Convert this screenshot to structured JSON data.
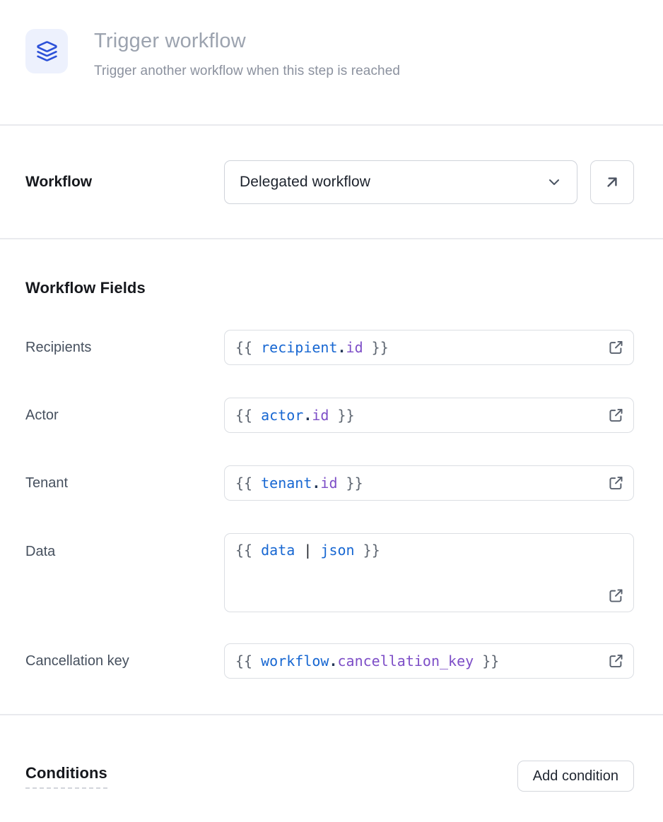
{
  "colors": {
    "accent_blue": "#2b50d8",
    "icon_box_bg": "#edf1fd",
    "muted_title": "#9ca3af",
    "subtitle": "#8b919e",
    "heading": "#16181d",
    "field_label": "#46505e",
    "divider": "#e9eaee",
    "code_brace": "#5e6671",
    "code_var": "#1767d2",
    "code_prop": "#7d4ec7",
    "code_dot": "#253858",
    "code_pipe": "#1b1f27",
    "icon_gray": "#59616e"
  },
  "header": {
    "icon": "layers-icon",
    "title": "Trigger workflow",
    "subtitle": "Trigger another workflow when this step is reached"
  },
  "workflow_section": {
    "label": "Workflow",
    "selected_option": "Delegated workflow"
  },
  "fields_section": {
    "heading": "Workflow Fields",
    "fields": [
      {
        "label": "Recipients",
        "tokens": [
          {
            "text": "{{ ",
            "type": "brace"
          },
          {
            "text": "recipient",
            "type": "var"
          },
          {
            "text": ".",
            "type": "dot"
          },
          {
            "text": "id",
            "type": "prop"
          },
          {
            "text": " }}",
            "type": "brace"
          }
        ]
      },
      {
        "label": "Actor",
        "tokens": [
          {
            "text": "{{ ",
            "type": "brace"
          },
          {
            "text": "actor",
            "type": "var"
          },
          {
            "text": ".",
            "type": "dot"
          },
          {
            "text": "id",
            "type": "prop"
          },
          {
            "text": " }}",
            "type": "brace"
          }
        ]
      },
      {
        "label": "Tenant",
        "tokens": [
          {
            "text": "{{ ",
            "type": "brace"
          },
          {
            "text": "tenant",
            "type": "var"
          },
          {
            "text": ".",
            "type": "dot"
          },
          {
            "text": "id",
            "type": "prop"
          },
          {
            "text": " }}",
            "type": "brace"
          }
        ]
      },
      {
        "label": "Data",
        "multiline": true,
        "tokens": [
          {
            "text": "{{ ",
            "type": "brace"
          },
          {
            "text": "data",
            "type": "var"
          },
          {
            "text": " ",
            "type": "plain"
          },
          {
            "text": "|",
            "type": "pipe"
          },
          {
            "text": " ",
            "type": "plain"
          },
          {
            "text": "json",
            "type": "var"
          },
          {
            "text": " }}",
            "type": "brace"
          }
        ]
      },
      {
        "label": "Cancellation key",
        "tokens": [
          {
            "text": "{{ ",
            "type": "brace"
          },
          {
            "text": "workflow",
            "type": "var"
          },
          {
            "text": ".",
            "type": "dot"
          },
          {
            "text": "cancellation_key",
            "type": "prop"
          },
          {
            "text": " }}",
            "type": "brace"
          }
        ]
      }
    ]
  },
  "conditions_section": {
    "heading": "Conditions",
    "add_button_label": "Add condition"
  }
}
